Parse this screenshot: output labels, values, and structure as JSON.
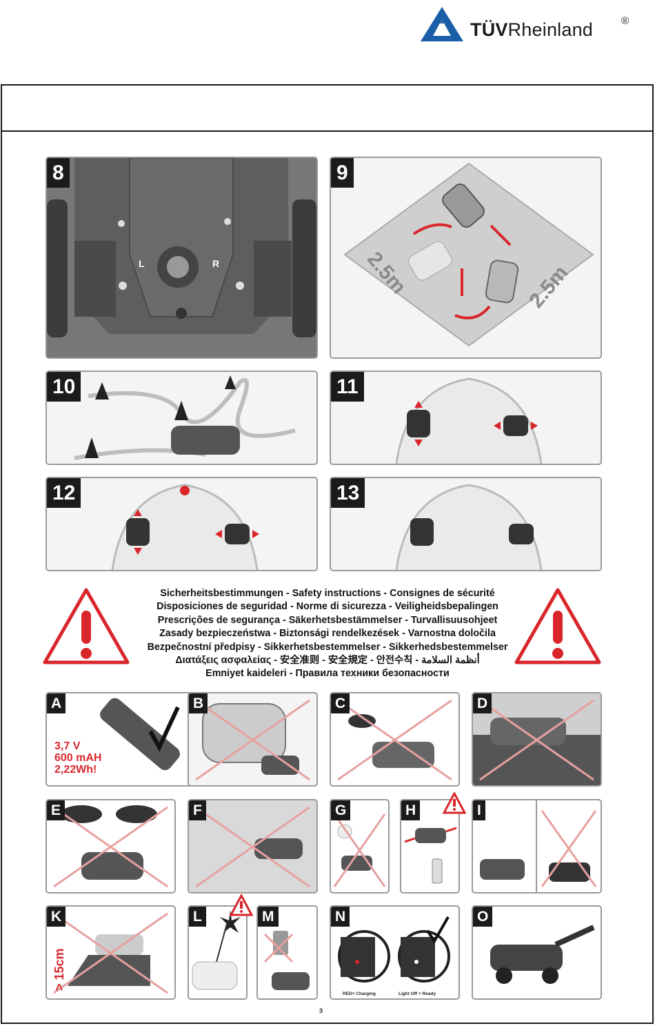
{
  "header": {
    "brand_bold": "TÜV",
    "brand_rest": "Rheinland",
    "registered": "®",
    "logo_color": "#1a5ea8"
  },
  "panels": {
    "p8": "8",
    "p9": "9",
    "p10": "10",
    "p11": "11",
    "p12": "12",
    "p13": "13",
    "A": "A",
    "B": "B",
    "C": "C",
    "D": "D",
    "E": "E",
    "F": "F",
    "G": "G",
    "H": "H",
    "I": "I",
    "K": "K",
    "L": "L",
    "M": "M",
    "N": "N",
    "O": "O"
  },
  "panel8": {
    "left": "L",
    "right": "R"
  },
  "panel9": {
    "dim_left": "2.5m",
    "dim_right": "2.5m"
  },
  "safety": {
    "lines": [
      "Sicherheitsbestimmungen - Safety instructions - Consignes de sécurité",
      "Disposiciones de seguridad - Norme di sicurezza - Veiligheidsbepalingen",
      "Prescrições de segurança - Säkerhetsbestämmelser - Turvallisuusohjeet",
      "Zasady bezpieczeństwa - Biztonsági rendelkezések - Varnostna določila",
      "Bezpečnostní předpisy - Sikkerhetsbestemmelser - Sikkerhedsbestemmelser",
      "Διατάξεις ασφαλείας - 安全准则 - 安全規定 - 안전수칙 - أنظمة السلامة",
      "Emniyet kaideleri - Правила техники безопасности"
    ]
  },
  "battery": {
    "voltage": "3,7 V",
    "capacity": "600 mAH",
    "energy": "2,22Wh!"
  },
  "panelK": {
    "height": "> 15cm"
  },
  "panelN": {
    "left_caption": "RED= Charging",
    "right_caption": "Light Off = Ready"
  },
  "page_number": "3",
  "colors": {
    "accent_red": "#d8262b",
    "panel_border": "#9a9a9a",
    "tag_bg": "#1b1b1b"
  }
}
